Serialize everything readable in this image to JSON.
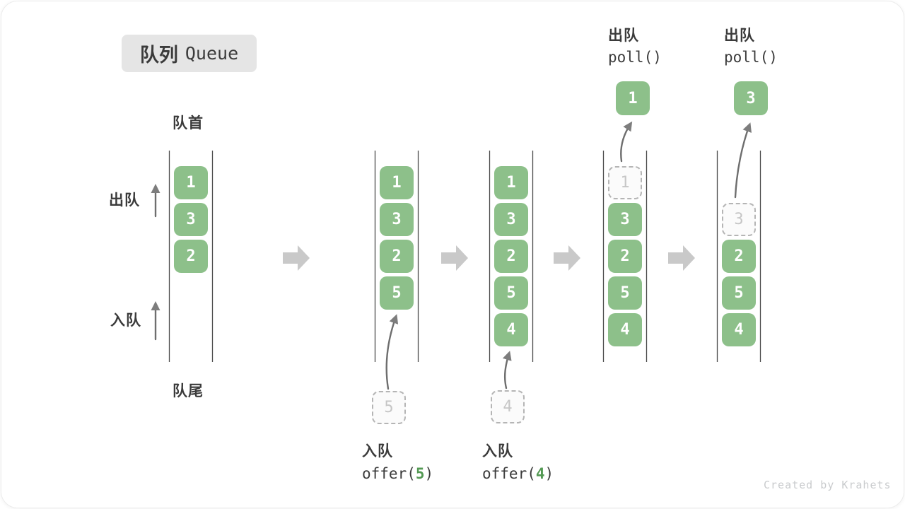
{
  "title": {
    "zh": "队列",
    "en": "Queue"
  },
  "labels": {
    "front": "队首",
    "rear": "队尾",
    "dequeue_side": "出队",
    "enqueue_side": "入队",
    "watermark": "Created by Krahets"
  },
  "poll_ops": [
    {
      "label": "出队",
      "code": "poll()",
      "result": "1"
    },
    {
      "label": "出队",
      "code": "poll()",
      "result": "3"
    }
  ],
  "offer_ops": [
    {
      "label": "入队",
      "fn": "offer(",
      "arg": "5",
      "close": ")"
    },
    {
      "label": "入队",
      "fn": "offer(",
      "arg": "4",
      "close": ")"
    }
  ],
  "states": [
    {
      "solid": [
        "1",
        "3",
        "2"
      ],
      "dashed": []
    },
    {
      "solid": [
        "1",
        "3",
        "2",
        "5"
      ],
      "dashed": [
        {
          "value": "5",
          "position": "below-column"
        }
      ]
    },
    {
      "solid": [
        "1",
        "3",
        "2",
        "5",
        "4"
      ],
      "dashed": [
        {
          "value": "4",
          "position": "below-column"
        }
      ]
    },
    {
      "solid": [
        "3",
        "2",
        "5",
        "4"
      ],
      "dashed": [
        {
          "value": "1",
          "position": "slot-0"
        }
      ]
    },
    {
      "solid": [
        "2",
        "5",
        "4"
      ],
      "dashed": [
        {
          "value": "3",
          "position": "slot-1"
        }
      ]
    }
  ],
  "colors": {
    "box_green": "#8dc08a",
    "accent_green": "#539953",
    "block_arrow_gray": "#c9c9c9",
    "column_line": "#4a4a4a",
    "thin_arrow": "#7d7d7d",
    "title_bg": "#e5e5e5",
    "text_dark": "#3b3b3b",
    "dashed_border": "#b5b5b5",
    "dashed_text": "#c6c6c6",
    "watermark": "#c9cbcd"
  }
}
